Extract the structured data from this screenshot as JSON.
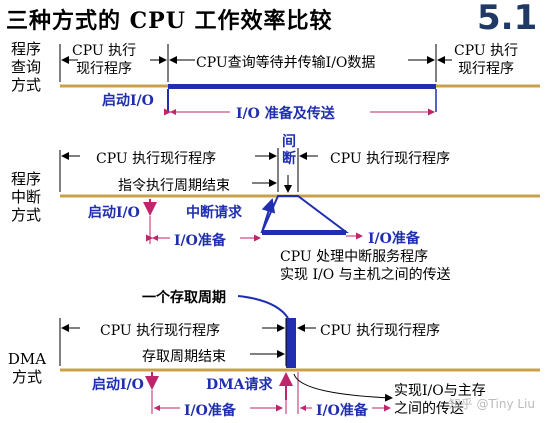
{
  "title": "三种方式的 CPU 工作效率比较",
  "section_number": "5.1",
  "polling": {
    "row_label": "程序\n查询\n方式",
    "cpu_before": "CPU 执行\n现行程序",
    "waiting": "CPU查询等待并传输I/O数据",
    "cpu_after": "CPU 执行\n现行程序",
    "start_io": "启动I/O",
    "io_ready_transfer": "I/O 准备及传送"
  },
  "interrupt": {
    "row_label": "程序\n中断\n方式",
    "cpu_before": "CPU  执行现行程序",
    "instr_cycle_end": "指令执行周期结束",
    "interrupt_vertical": "间\n断",
    "cpu_after": "CPU  执行现行程序",
    "start_io": "启动I/O",
    "interrupt_request": "中断请求",
    "io_ready_left": "I/O准备",
    "io_ready_right": "I/O准备",
    "service_program": "CPU 处理中断服务程序\n实现 I/O 与主机之间的传送"
  },
  "dma": {
    "row_label": "DMA\n方式",
    "one_access_cycle": "一个存取周期",
    "cpu_before": "CPU  执行现行程序",
    "access_cycle_end": "存取周期结束",
    "cpu_after": "CPU  执行现行程序",
    "start_io": "启动I/O",
    "dma_request": "DMA请求",
    "io_ready_left": "I/O准备",
    "io_ready_right": "I/O准备",
    "transfer_note": "实现I/O与主存\n之间的传送"
  },
  "watermark": "知乎 @Tiny Liu",
  "colors": {
    "timeline": "#c8a24a",
    "highlight_blue": "#1f2fb0",
    "arrow_pink": "#c0246a",
    "title_number": "#1f3864"
  }
}
